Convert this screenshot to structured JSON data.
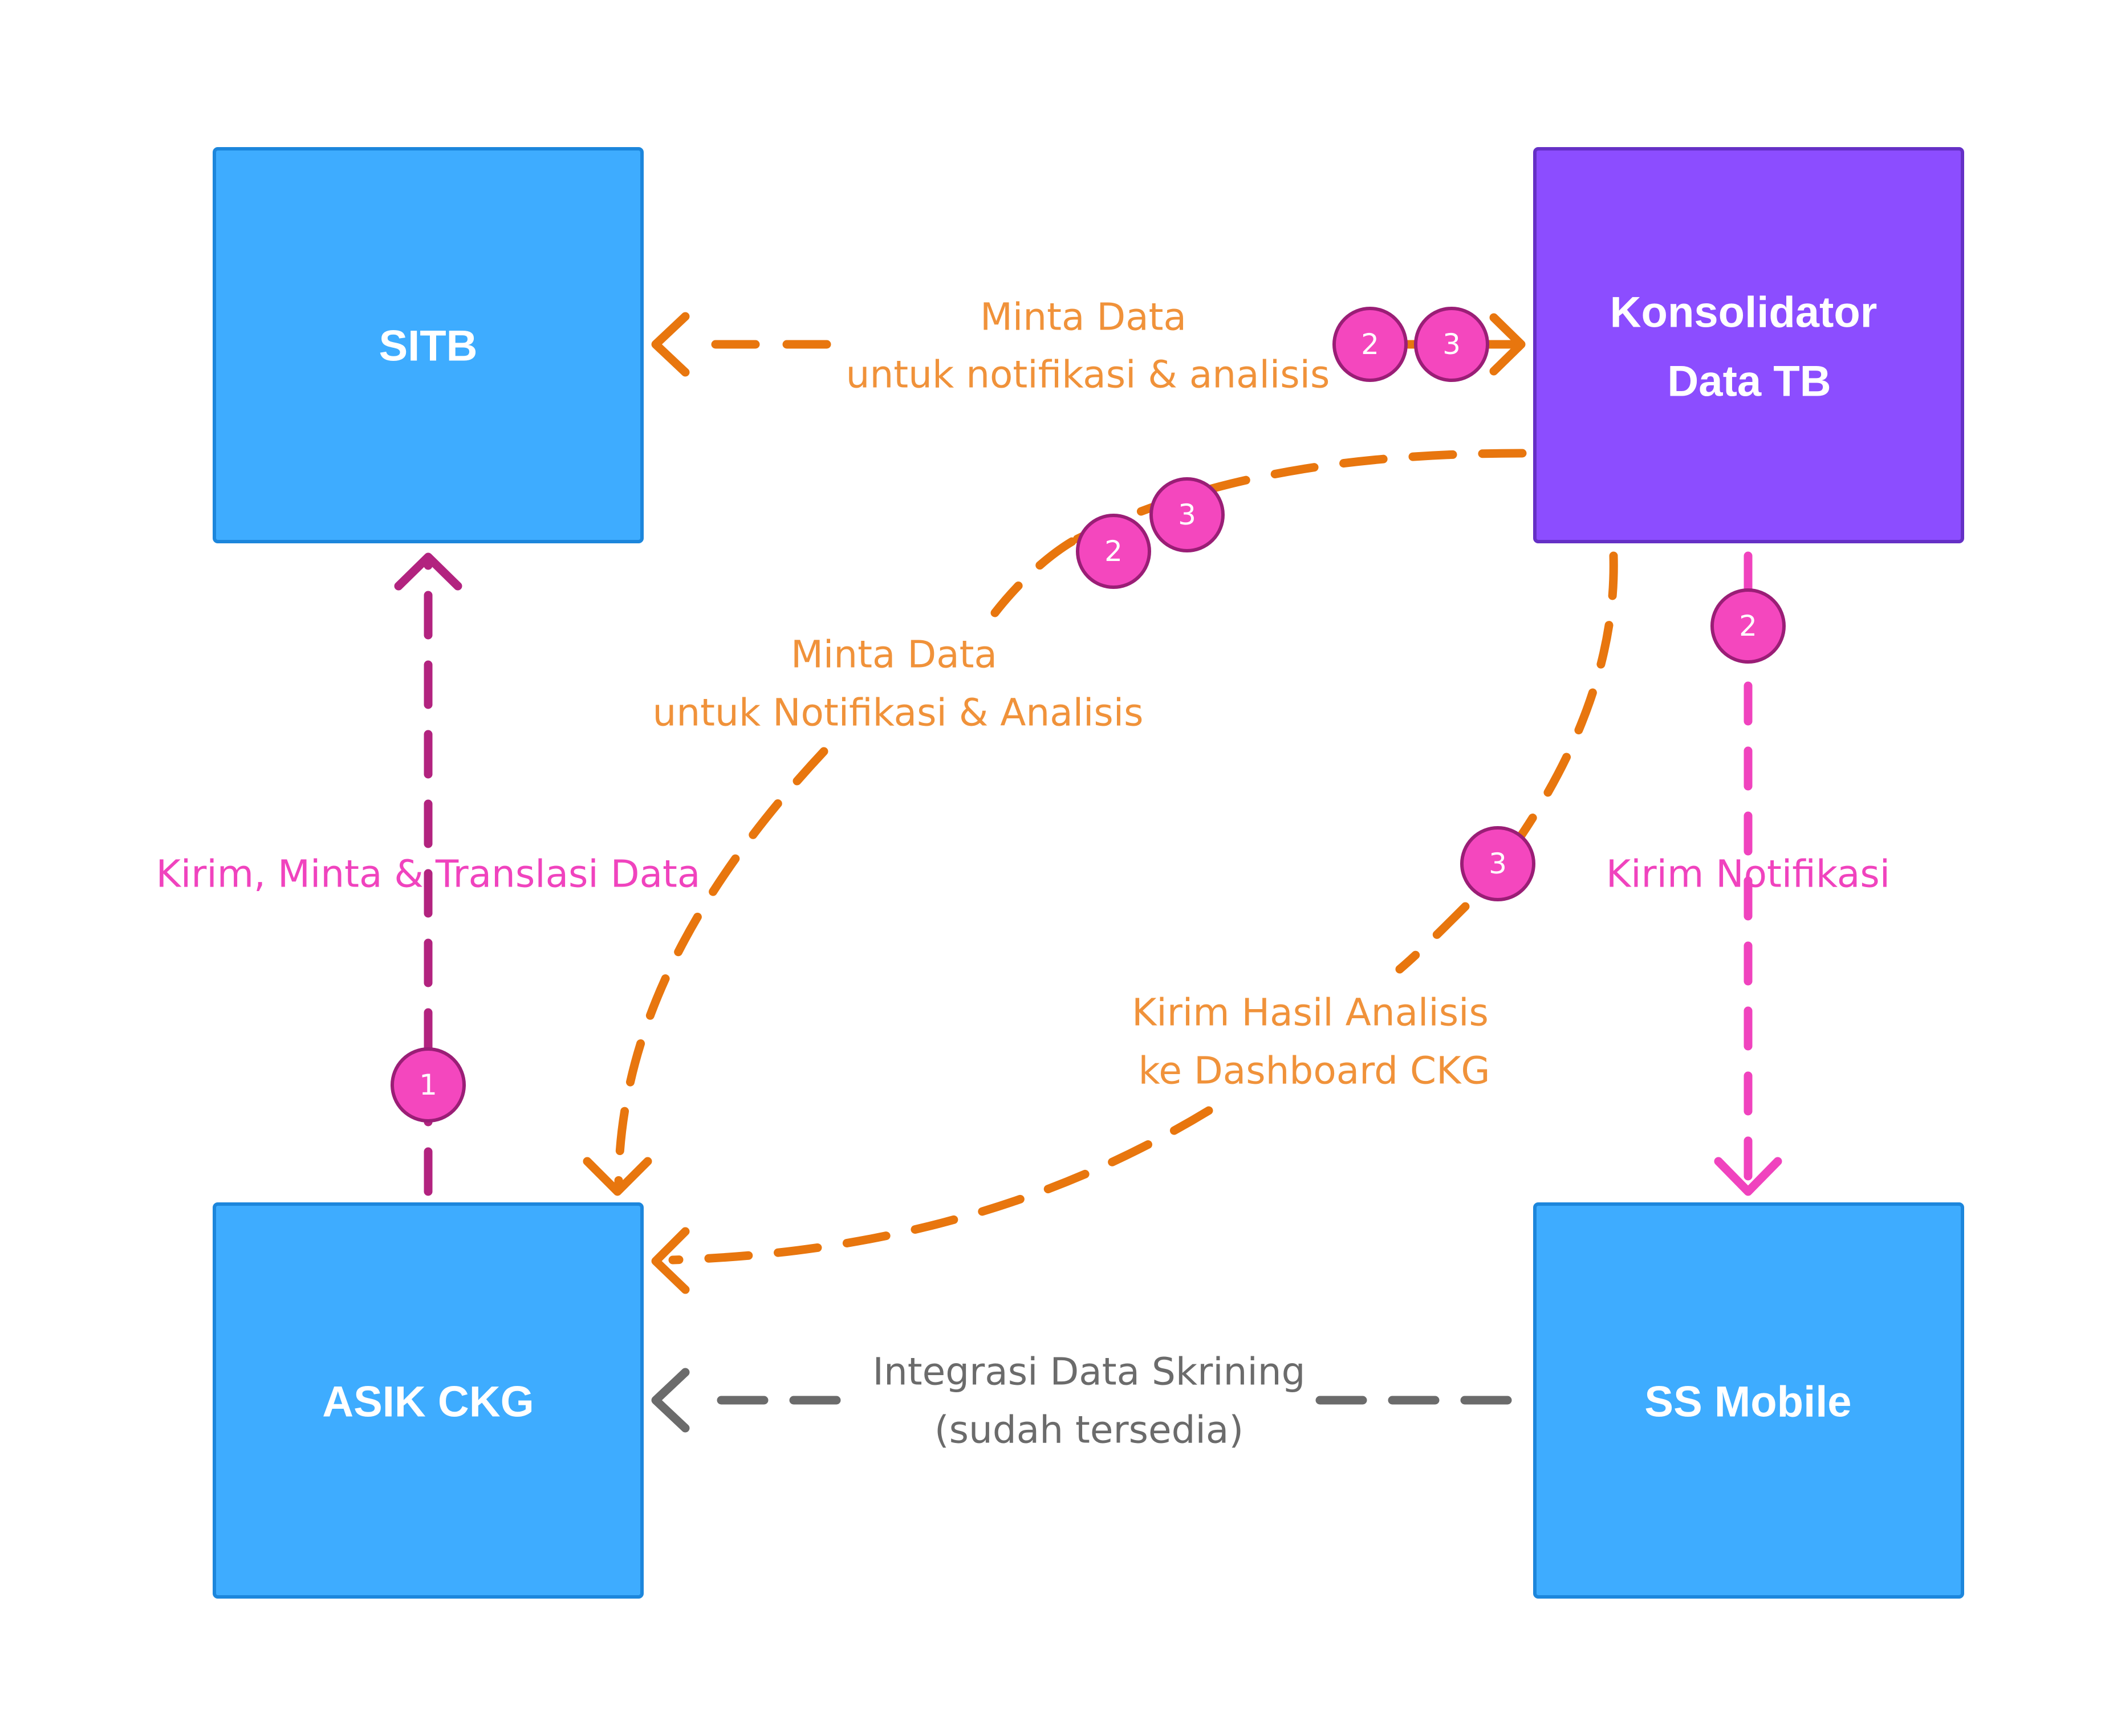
{
  "colors": {
    "node_blue": "#3EACFF",
    "node_purple": "#8C4DFF",
    "orange": "#E8760E",
    "orange_text": "#F0923A",
    "magenta_dark": "#B2237F",
    "magenta": "#F043BE",
    "badge_fill": "#F447BE",
    "badge_stroke": "#9A1E76",
    "gray": "#6B6B6B"
  },
  "nodes": {
    "sitb": "SITB",
    "konsolidator_line1": "Konsolidator",
    "konsolidator_line2": "Data TB",
    "asik": "ASIK CKG",
    "ssmobile": "SS Mobile"
  },
  "edges": {
    "sitb_konsolidator": {
      "line1": "Minta Data",
      "line2": "untuk notifikasi & analisis",
      "steps": [
        "2",
        "3"
      ]
    },
    "asik_sitb": {
      "label": "Kirim, Minta & Translasi Data",
      "steps": [
        "1"
      ]
    },
    "konsolidator_asik_request": {
      "line1": "Minta Data",
      "line2": "untuk Notifikasi & Analisis",
      "steps": [
        "2",
        "3"
      ]
    },
    "konsolidator_asik_result": {
      "line1": "Kirim Hasil Analisis",
      "line2": "ke Dashboard CKG",
      "steps": [
        "3"
      ]
    },
    "konsolidator_ssmobile": {
      "label": "Kirim Notifikasi",
      "steps": [
        "2"
      ]
    },
    "ssmobile_asik": {
      "line1": "Integrasi Data Skrining",
      "line2": "(sudah tersedia)"
    }
  }
}
